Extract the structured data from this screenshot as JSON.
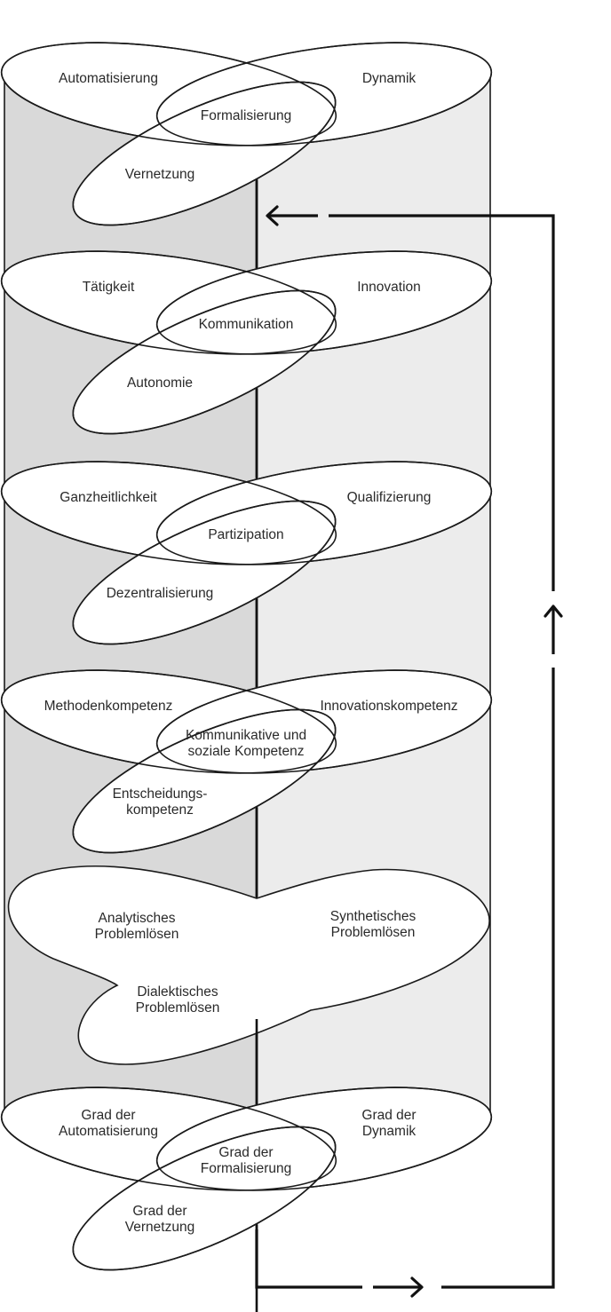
{
  "title": "Cylinder diagram of layered triads with feedback loop",
  "colors": {
    "left_face": "#d9d9d9",
    "right_face": "#ececec",
    "stroke": "#1a1a1a",
    "ellipse_fill": "#ffffff",
    "text": "#2a2a2a"
  },
  "layers": [
    {
      "id": "layer-1",
      "shape": "three-ellipses",
      "left": [
        "Automatisierung"
      ],
      "right": [
        "Dynamik"
      ],
      "center": [
        "Formalisierung"
      ],
      "bottom": [
        "Vernetzung"
      ]
    },
    {
      "id": "layer-2",
      "shape": "three-ellipses",
      "left": [
        "Tätigkeit"
      ],
      "right": [
        "Innovation"
      ],
      "center": [
        "Kommunikation"
      ],
      "bottom": [
        "Autonomie"
      ]
    },
    {
      "id": "layer-3",
      "shape": "three-ellipses",
      "left": [
        "Ganzheitlichkeit"
      ],
      "right": [
        "Qualifizierung"
      ],
      "center": [
        "Partizipation"
      ],
      "bottom": [
        "Dezentralisierung"
      ]
    },
    {
      "id": "layer-4",
      "shape": "three-ellipses",
      "left": [
        "Methodenkompetenz"
      ],
      "right": [
        "Innovationskompetenz"
      ],
      "center": [
        "Kommunikative und",
        "soziale Kompetenz"
      ],
      "bottom": [
        "Entscheidungs-",
        "kompetenz"
      ]
    },
    {
      "id": "layer-5",
      "shape": "merged-blob",
      "left": [
        "Analytisches",
        "Problemlösen"
      ],
      "right": [
        "Synthetisches",
        "Problemlösen"
      ],
      "bottom": [
        "Dialektisches",
        "Problemlösen"
      ]
    },
    {
      "id": "layer-6",
      "shape": "three-ellipses",
      "left": [
        "Grad der",
        "Automatisierung"
      ],
      "right": [
        "Grad der",
        "Dynamik"
      ],
      "center": [
        "Grad der",
        "Formalisierung"
      ],
      "bottom": [
        "Grad der",
        "Vernetzung"
      ]
    }
  ],
  "feedback_loop": {
    "icons": [
      "arrow-right-icon",
      "arrow-up-icon",
      "arrow-left-icon"
    ]
  }
}
